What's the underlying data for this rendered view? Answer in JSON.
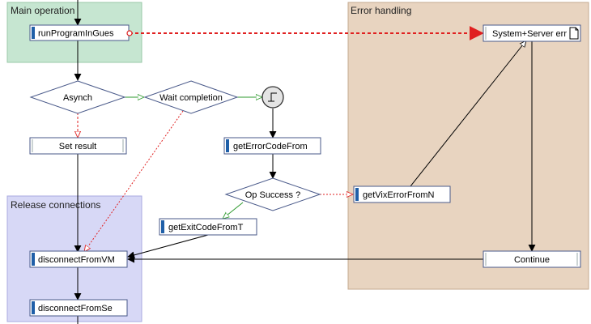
{
  "lanes": {
    "main": "Main operation",
    "error": "Error handling",
    "release": "Release connections"
  },
  "nodes": {
    "run_program": "runProgramInGues",
    "asynch": "Asynch",
    "wait_completion": "Wait completion",
    "set_result": "Set result",
    "get_error_code": "getErrorCodeFrom",
    "op_success": "Op Success ?",
    "get_exit_code": "getExitCodeFromT",
    "get_vix_error": "getVixErrorFromN",
    "system_server_error": "System+Server err",
    "continue": "Continue",
    "disconnect_vm": "disconnectFromVM",
    "disconnect_server": "disconnectFromSe"
  },
  "colors": {
    "main_lane": "#c6e6d1",
    "error_lane": "#e8d4c0",
    "release_lane": "#d7d8f6",
    "task_marker": "#1f5fa8",
    "error_flow": "#e02020",
    "true_flow": "#2e9a2e"
  }
}
